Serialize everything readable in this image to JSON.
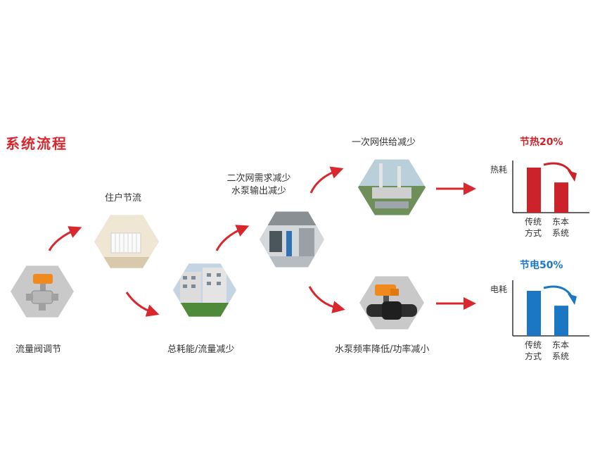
{
  "title": "系统流程",
  "steps": {
    "valve": "流量阀调节",
    "household": "住户节流",
    "total": "总耗能/流量减少",
    "demand_line1": "二次网需求减少",
    "demand_line2": "水泵输出减少",
    "supply": "一次网供给减少",
    "pump": "水泵频率降低/功率减小"
  },
  "charts": {
    "heat": {
      "pct": "节热20%",
      "ylabel": "热耗",
      "cat1_line1": "传统",
      "cat1_line2": "方式",
      "cat2_line1": "东本",
      "cat2_line2": "系统",
      "color": "#cc2229"
    },
    "power": {
      "pct": "节电50%",
      "ylabel": "电耗",
      "cat1_line1": "传统",
      "cat1_line2": "方式",
      "cat2_line1": "东本",
      "cat2_line2": "系统",
      "color": "#1b77c4"
    }
  },
  "chart_data": [
    {
      "type": "bar",
      "title": "节热20%",
      "ylabel": "热耗",
      "categories": [
        "传统方式",
        "东本系统"
      ],
      "values": [
        100,
        67
      ]
    },
    {
      "type": "bar",
      "title": "节电50%",
      "ylabel": "电耗",
      "categories": [
        "传统方式",
        "东本系统"
      ],
      "values": [
        100,
        67
      ]
    }
  ]
}
